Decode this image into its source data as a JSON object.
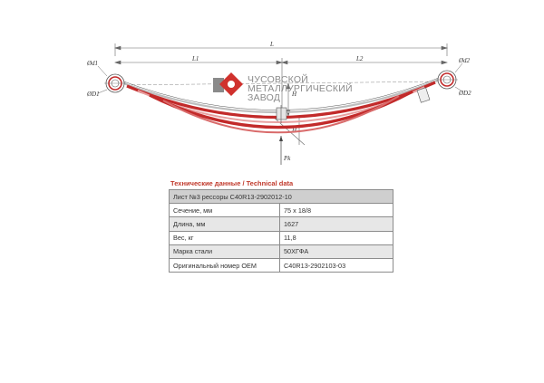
{
  "drawing": {
    "labels": {
      "total_length": "L",
      "left_length": "L1",
      "right_length": "L2",
      "height": "H",
      "load": "Pk",
      "eye_left_inner": "Ød1",
      "eye_left_outer": "ØD1",
      "eye_right_inner": "Ød2",
      "eye_right_outer": "ØD2"
    },
    "colors": {
      "leaf_red": "#c22a2a",
      "leaf_pink": "#e8a0a0",
      "line": "#555555"
    }
  },
  "logo": {
    "line1": "ЧУСОВСКОЙ",
    "line2": "МЕТАЛЛУРГИЧЕСКИЙ",
    "line3": "ЗАВОД",
    "colors": {
      "red": "#d0312d",
      "gray": "#8a8a8a"
    }
  },
  "caption": "Технические данные / Technical data",
  "table": {
    "header": "Лист №3 рессоры С40R13-2902012-10",
    "rows": [
      {
        "key": "Сечение, мм",
        "value": "75 x 18/8"
      },
      {
        "key": "Длина, мм",
        "value": "1627"
      },
      {
        "key": "Вес, кг",
        "value": "11,8"
      },
      {
        "key": "Марка стали",
        "value": "50ХГФА"
      },
      {
        "key": "Оригинальный номер OEM",
        "value": "С40R13-2902103-03"
      }
    ]
  }
}
